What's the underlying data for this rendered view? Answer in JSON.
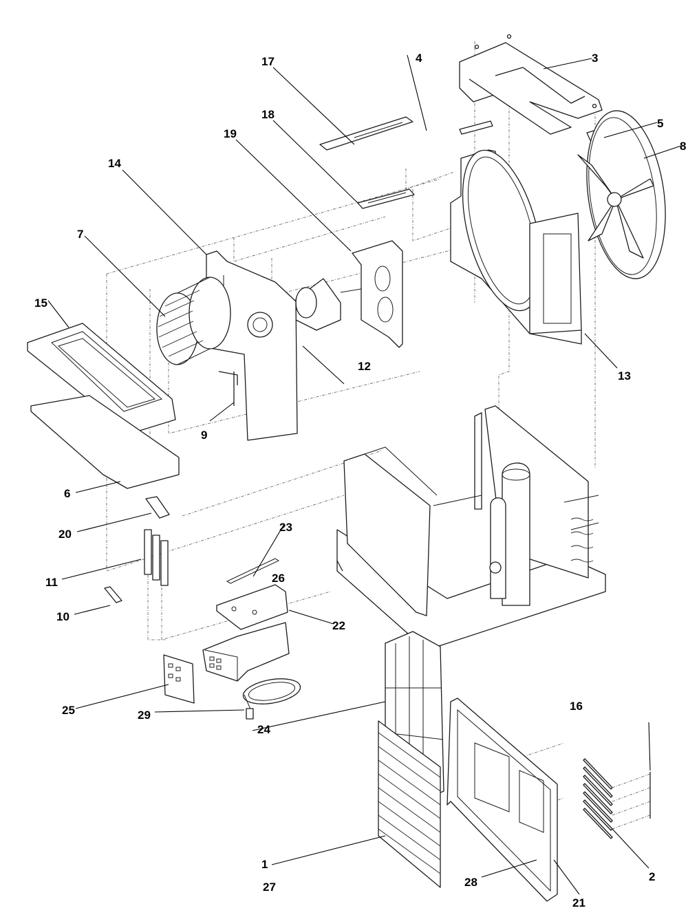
{
  "diagram": {
    "type": "exploded-parts-view",
    "subject": "room air conditioner",
    "callouts": [
      {
        "id": "1",
        "label": "1"
      },
      {
        "id": "2",
        "label": "2"
      },
      {
        "id": "3",
        "label": "3"
      },
      {
        "id": "4",
        "label": "4"
      },
      {
        "id": "5",
        "label": "5"
      },
      {
        "id": "6",
        "label": "6"
      },
      {
        "id": "7",
        "label": "7"
      },
      {
        "id": "8",
        "label": "8"
      },
      {
        "id": "9",
        "label": "9"
      },
      {
        "id": "10",
        "label": "10"
      },
      {
        "id": "11",
        "label": "11"
      },
      {
        "id": "12",
        "label": "12"
      },
      {
        "id": "13",
        "label": "13"
      },
      {
        "id": "14",
        "label": "14"
      },
      {
        "id": "15",
        "label": "15"
      },
      {
        "id": "16",
        "label": "16"
      },
      {
        "id": "17",
        "label": "17"
      },
      {
        "id": "18",
        "label": "18"
      },
      {
        "id": "19",
        "label": "19"
      },
      {
        "id": "20",
        "label": "20"
      },
      {
        "id": "21",
        "label": "21"
      },
      {
        "id": "22",
        "label": "22"
      },
      {
        "id": "23",
        "label": "23"
      },
      {
        "id": "24",
        "label": "24"
      },
      {
        "id": "25",
        "label": "25"
      },
      {
        "id": "26",
        "label": "26"
      },
      {
        "id": "27",
        "label": "27"
      },
      {
        "id": "28",
        "label": "28"
      },
      {
        "id": "29",
        "label": "29"
      }
    ]
  }
}
